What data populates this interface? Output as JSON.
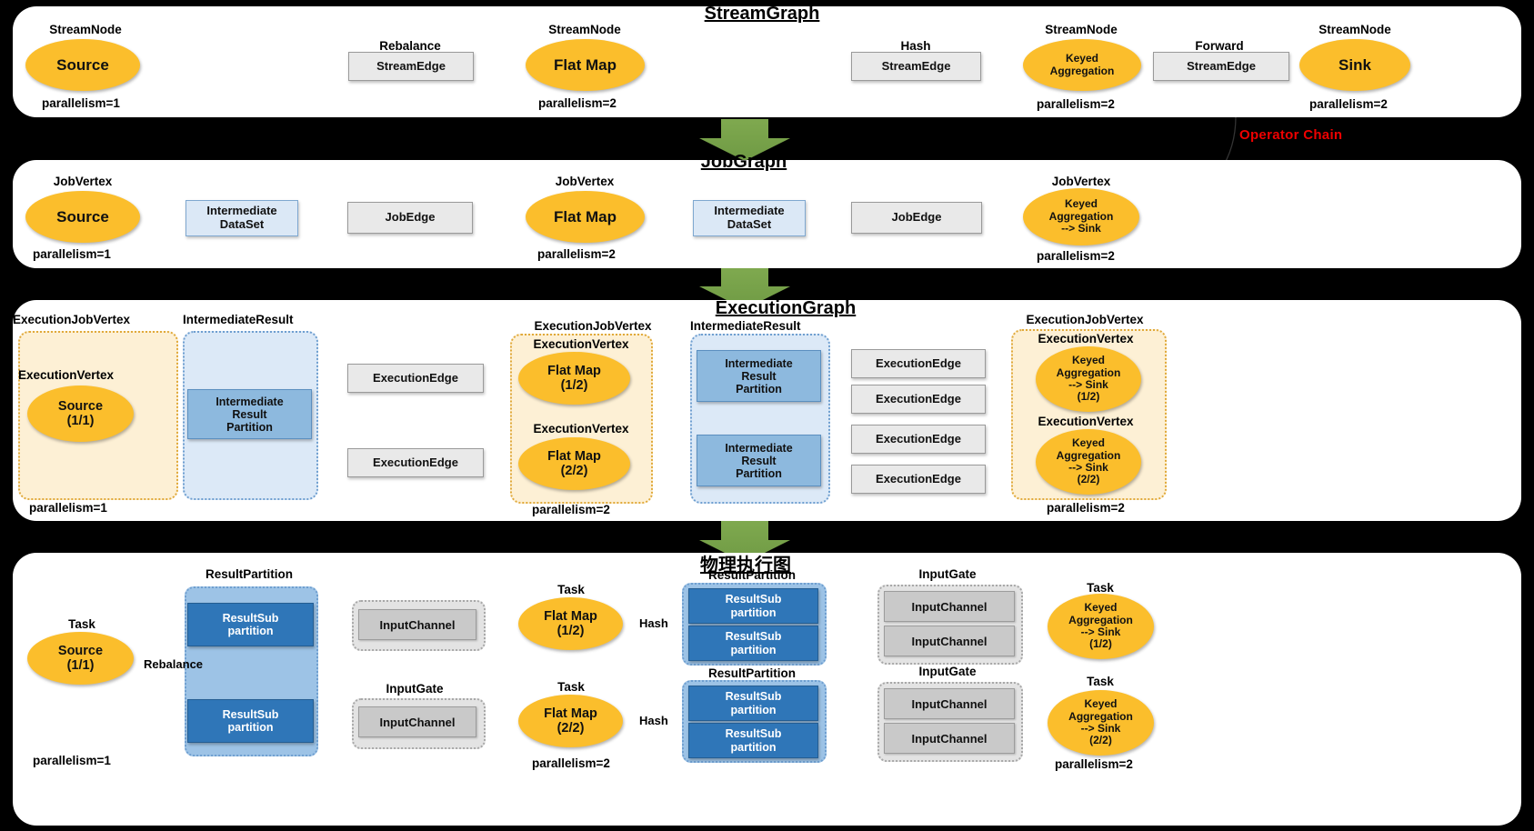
{
  "titles": {
    "stream_graph": "StreamGraph",
    "job_graph": "JobGraph",
    "execution_graph": "ExecutionGraph",
    "physical_graph": "物理执行图"
  },
  "labels": {
    "stream_node": "StreamNode",
    "job_vertex": "JobVertex",
    "execution_job_vertex": "ExecutionJobVertex",
    "execution_vertex": "ExecutionVertex",
    "intermediate_result": "IntermediateResult",
    "result_partition": "ResultPartition",
    "input_gate": "InputGate",
    "task": "Task",
    "parallelism1": "parallelism=1",
    "parallelism2": "parallelism=2",
    "operator_chain": "Operator Chain",
    "rebalance": "Rebalance",
    "hash": "Hash",
    "forward": "Forward",
    "stream_edge": "StreamEdge",
    "job_edge": "JobEdge",
    "execution_edge": "ExecutionEdge",
    "intermediate_dataset": "Intermediate\nDataSet",
    "intermediate_result_partition": "Intermediate\nResult\nPartition",
    "result_sub_partition": "ResultSub\npartition",
    "input_channel": "InputChannel"
  },
  "nodes": {
    "source": "Source",
    "flat_map": "Flat Map",
    "keyed_aggregation": "Keyed\nAggregation",
    "sink": "Sink",
    "keyed_agg_sink": "Keyed\nAggregation\n--> Sink",
    "source_1_1": "Source\n(1/1)",
    "flat_map_1_2": "Flat Map\n(1/2)",
    "flat_map_2_2": "Flat Map\n(2/2)",
    "keyed_agg_sink_1_2": "Keyed\nAggregation\n--> Sink\n(1/2)",
    "keyed_agg_sink_2_2": "Keyed\nAggregation\n--> Sink\n(2/2)"
  },
  "colors": {
    "node_fill": "#fbbe2c",
    "edge_box": "#e9e9e9",
    "dataset_box": "#dbe8f6",
    "partition_blue": "#8db9de",
    "subpartition_blue": "#2f76b8",
    "group_yellow": "#fdf0d5",
    "group_blue": "#dce9f7",
    "result_partition": "#9dc3e6",
    "input_gate": "#e3e3e3",
    "arrow_green": "#7aa css",
    "operator_chain_red": "#ee0000",
    "background": "#000000",
    "panel": "#ffffff"
  },
  "flow_arrows": [
    {
      "name": "streamgraph-to-jobgraph"
    },
    {
      "name": "jobgraph-to-executiongraph"
    },
    {
      "name": "executiongraph-to-physicalgraph"
    }
  ]
}
